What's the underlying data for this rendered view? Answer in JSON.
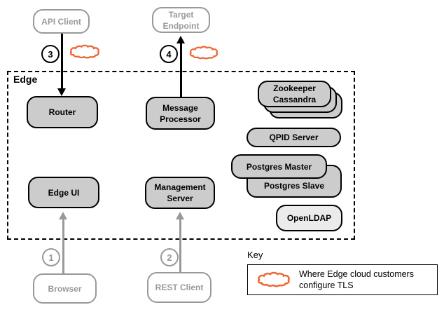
{
  "edge": {
    "label": "Edge"
  },
  "external": {
    "api_client": "API Client",
    "target_endpoint": "Target Endpoint",
    "browser": "Browser",
    "rest_client": "REST Client"
  },
  "components": {
    "router": "Router",
    "message_processor": "Message Processor",
    "edge_ui": "Edge UI",
    "management_server": "Management Server",
    "zookeeper": "Zookeeper",
    "cassandra": "Cassandra",
    "qpid_server": "QPID Server",
    "postgres_master": "Postgres Master",
    "postgres_slave": "Postgres Slave",
    "openldap": "OpenLDAP"
  },
  "step_markers": {
    "step1": "1",
    "step2": "2",
    "step3": "3",
    "step4": "4"
  },
  "key": {
    "title": "Key",
    "entry_text": "Where Edge cloud customers configure TLS"
  },
  "icons": {
    "tls_marker": "cloud-icon"
  },
  "colors": {
    "component_fill": "#cccccc",
    "openldap_fill": "#ebebeb",
    "component_border": "#000000",
    "external_gray": "#999999",
    "tls_cloud_orange": "#ee6633"
  }
}
